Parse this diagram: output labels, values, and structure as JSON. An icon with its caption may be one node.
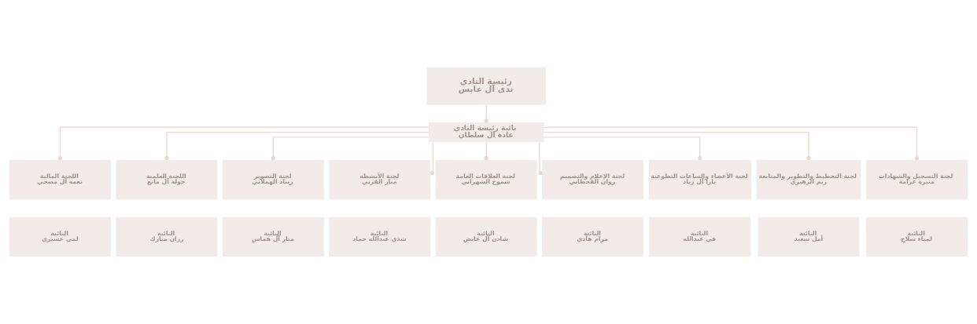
{
  "diagram": {
    "nodes": [
      {
        "text": [
          "رئيسة النادي",
          "ندى آل عابس"
        ]
      },
      {
        "text": [
          "نائبة رئيسة النادي",
          "غادة آل سلطان"
        ]
      },
      {
        "text": [
          "اللجنة المالية",
          "نعمة آل مصحي"
        ]
      },
      {
        "text": [
          "اللجنة العلمية",
          "خولة آل مانع"
        ]
      },
      {
        "text": [
          "لجنة التصوير",
          "ريناد الهملاني"
        ]
      },
      {
        "text": [
          "لجنة الأنشطة",
          "منار القرني"
        ]
      },
      {
        "text": [
          "لجنة العلاقات العامة",
          "شموخ الشهراني"
        ]
      },
      {
        "text": [
          "لجنة الإعلام والتصميم",
          "روان القحطاني"
        ]
      },
      {
        "text": [
          "لجنة الأعضاء والساعات التطوعية",
          "يارا آل زياد"
        ]
      },
      {
        "text": [
          "لجنة التخطيط والتطوير والمتابعة",
          "ريم الزهيري"
        ]
      },
      {
        "text": [
          "لجنة التسجيل والشهادات",
          "منيرة غرامة"
        ]
      },
      {
        "text": [
          "النائبة",
          "لمى عسيري"
        ]
      },
      {
        "text": [
          "النائبة",
          "رزان مبارك"
        ]
      },
      {
        "text": [
          "النائبة",
          "منار آل هماس"
        ]
      },
      {
        "text": [
          "النائبة",
          "شذى عبدالله حماد"
        ]
      },
      {
        "text": [
          "النائبة",
          "شادن آل عايض"
        ]
      },
      {
        "text": [
          "النائبة",
          "مرام هادي"
        ]
      },
      {
        "text": [
          "النائبة",
          "في عبدالله"
        ]
      },
      {
        "text": [
          "النائبة",
          "أمل سعيد"
        ]
      },
      {
        "text": [
          "النائبة",
          "لمياء سلاح"
        ]
      }
    ],
    "edges": [
      {
        "from": 0,
        "to": 1,
        "arrow": "other"
      },
      {
        "from": 1,
        "to": 2,
        "arrow": "other"
      },
      {
        "from": 1,
        "to": 3,
        "arrow": "other"
      },
      {
        "from": 1,
        "to": 4,
        "arrow": "other"
      },
      {
        "from": 1,
        "to": 5,
        "arrow": "other"
      },
      {
        "from": 1,
        "to": 6,
        "arrow": "other"
      },
      {
        "from": 1,
        "to": 7,
        "arrow": "other"
      },
      {
        "from": 1,
        "to": 8,
        "arrow": "other"
      },
      {
        "from": 1,
        "to": 9,
        "arrow": "other"
      },
      {
        "from": 1,
        "to": 10,
        "arrow": "other"
      }
    ]
  }
}
